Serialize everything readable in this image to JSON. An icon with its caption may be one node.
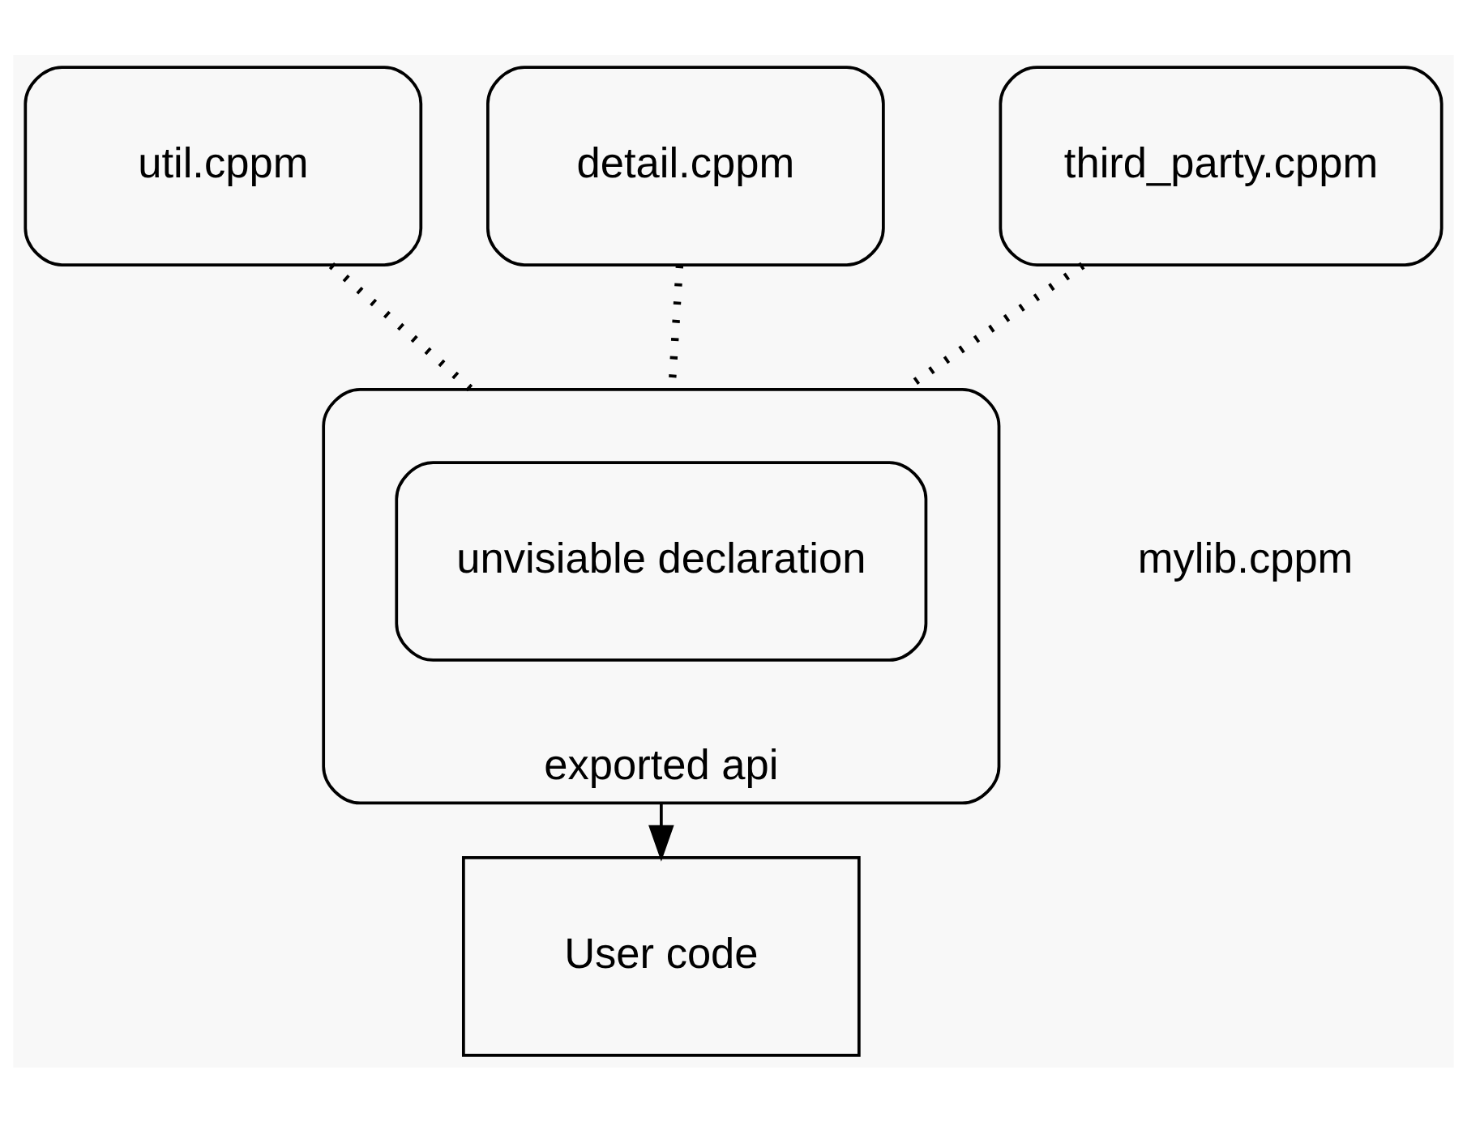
{
  "diagram": {
    "nodes": [
      {
        "text": [
          "util.cppm"
        ]
      },
      {
        "text": [
          "detail.cppm"
        ]
      },
      {
        "text": [
          "third_party.cppm"
        ]
      },
      {
        "text": [
          "exported api"
        ]
      },
      {
        "text": [
          "unvisiable declaration"
        ],
        "in": 3
      },
      {
        "text": [
          "User code"
        ]
      }
    ],
    "edges": [
      {
        "from": 0,
        "to": 3,
        "arrow": "none",
        "style": "dashed"
      },
      {
        "from": 1,
        "to": 3,
        "arrow": "none",
        "style": "dashed"
      },
      {
        "from": 2,
        "to": 3,
        "arrow": "none",
        "style": "dashed"
      },
      {
        "from": 3,
        "to": 5,
        "arrow": "to"
      }
    ],
    "labels": [
      "mylib.cppm"
    ]
  }
}
